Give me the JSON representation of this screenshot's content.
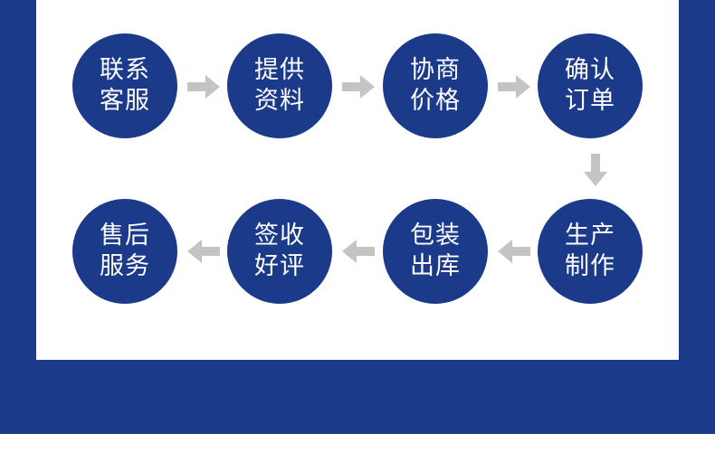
{
  "colors": {
    "frame": "#1b3a8a",
    "circle": "#1b3a8a",
    "arrow": "#c4c4c4",
    "panel": "#ffffff"
  },
  "steps": [
    {
      "line1": "联系",
      "line2": "客服"
    },
    {
      "line1": "提供",
      "line2": "资料"
    },
    {
      "line1": "协商",
      "line2": "价格"
    },
    {
      "line1": "确认",
      "line2": "订单"
    },
    {
      "line1": "生产",
      "line2": "制作"
    },
    {
      "line1": "包装",
      "line2": "出库"
    },
    {
      "line1": "签收",
      "line2": "好评"
    },
    {
      "line1": "售后",
      "line2": "服务"
    }
  ],
  "arrow_icon": "arrow-icon"
}
